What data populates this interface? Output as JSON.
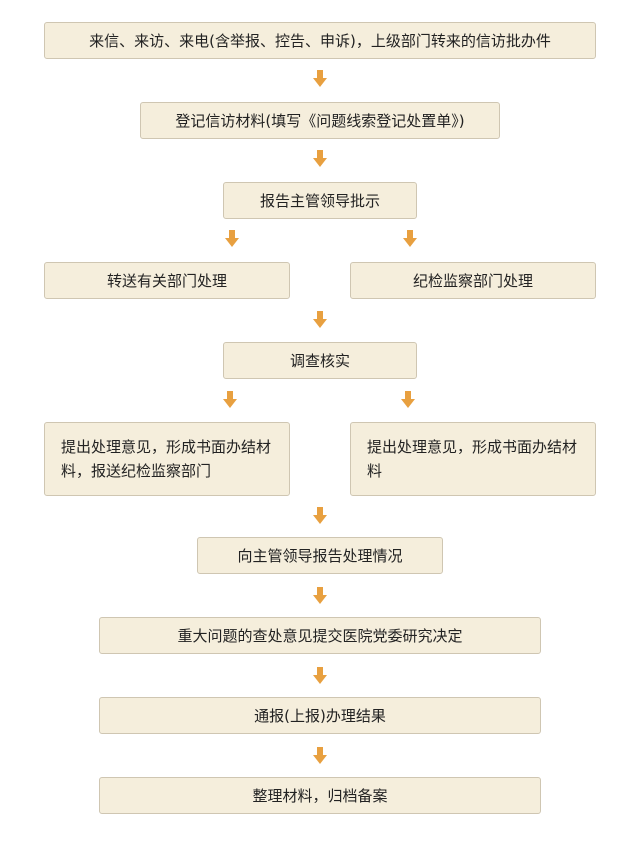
{
  "flowchart": {
    "nodes": {
      "n1": "来信、来访、来电(含举报、控告、申诉)，上级部门转来的信访批办件",
      "n2": "登记信访材料(填写《问题线索登记处置单》)",
      "n3": "报告主管领导批示",
      "n4a": "转送有关部门处理",
      "n4b": "纪检监察部门处理",
      "n5": "调查核实",
      "n6a": "提出处理意见，形成书面办结材料，报送纪检监察部门",
      "n6b": "提出处理意见，形成书面办结材料",
      "n7": "向主管领导报告处理情况",
      "n8": "重大问题的查处意见提交医院党委研究决定",
      "n9": "通报(上报)办理结果",
      "n10": "整理材料，归档备案"
    },
    "colors": {
      "box_fill": "#f5eedc",
      "box_border": "#cfc6b2",
      "arrow": "#e8a040",
      "text": "#222222"
    },
    "icons": {
      "connector": "down-arrow-icon"
    }
  }
}
